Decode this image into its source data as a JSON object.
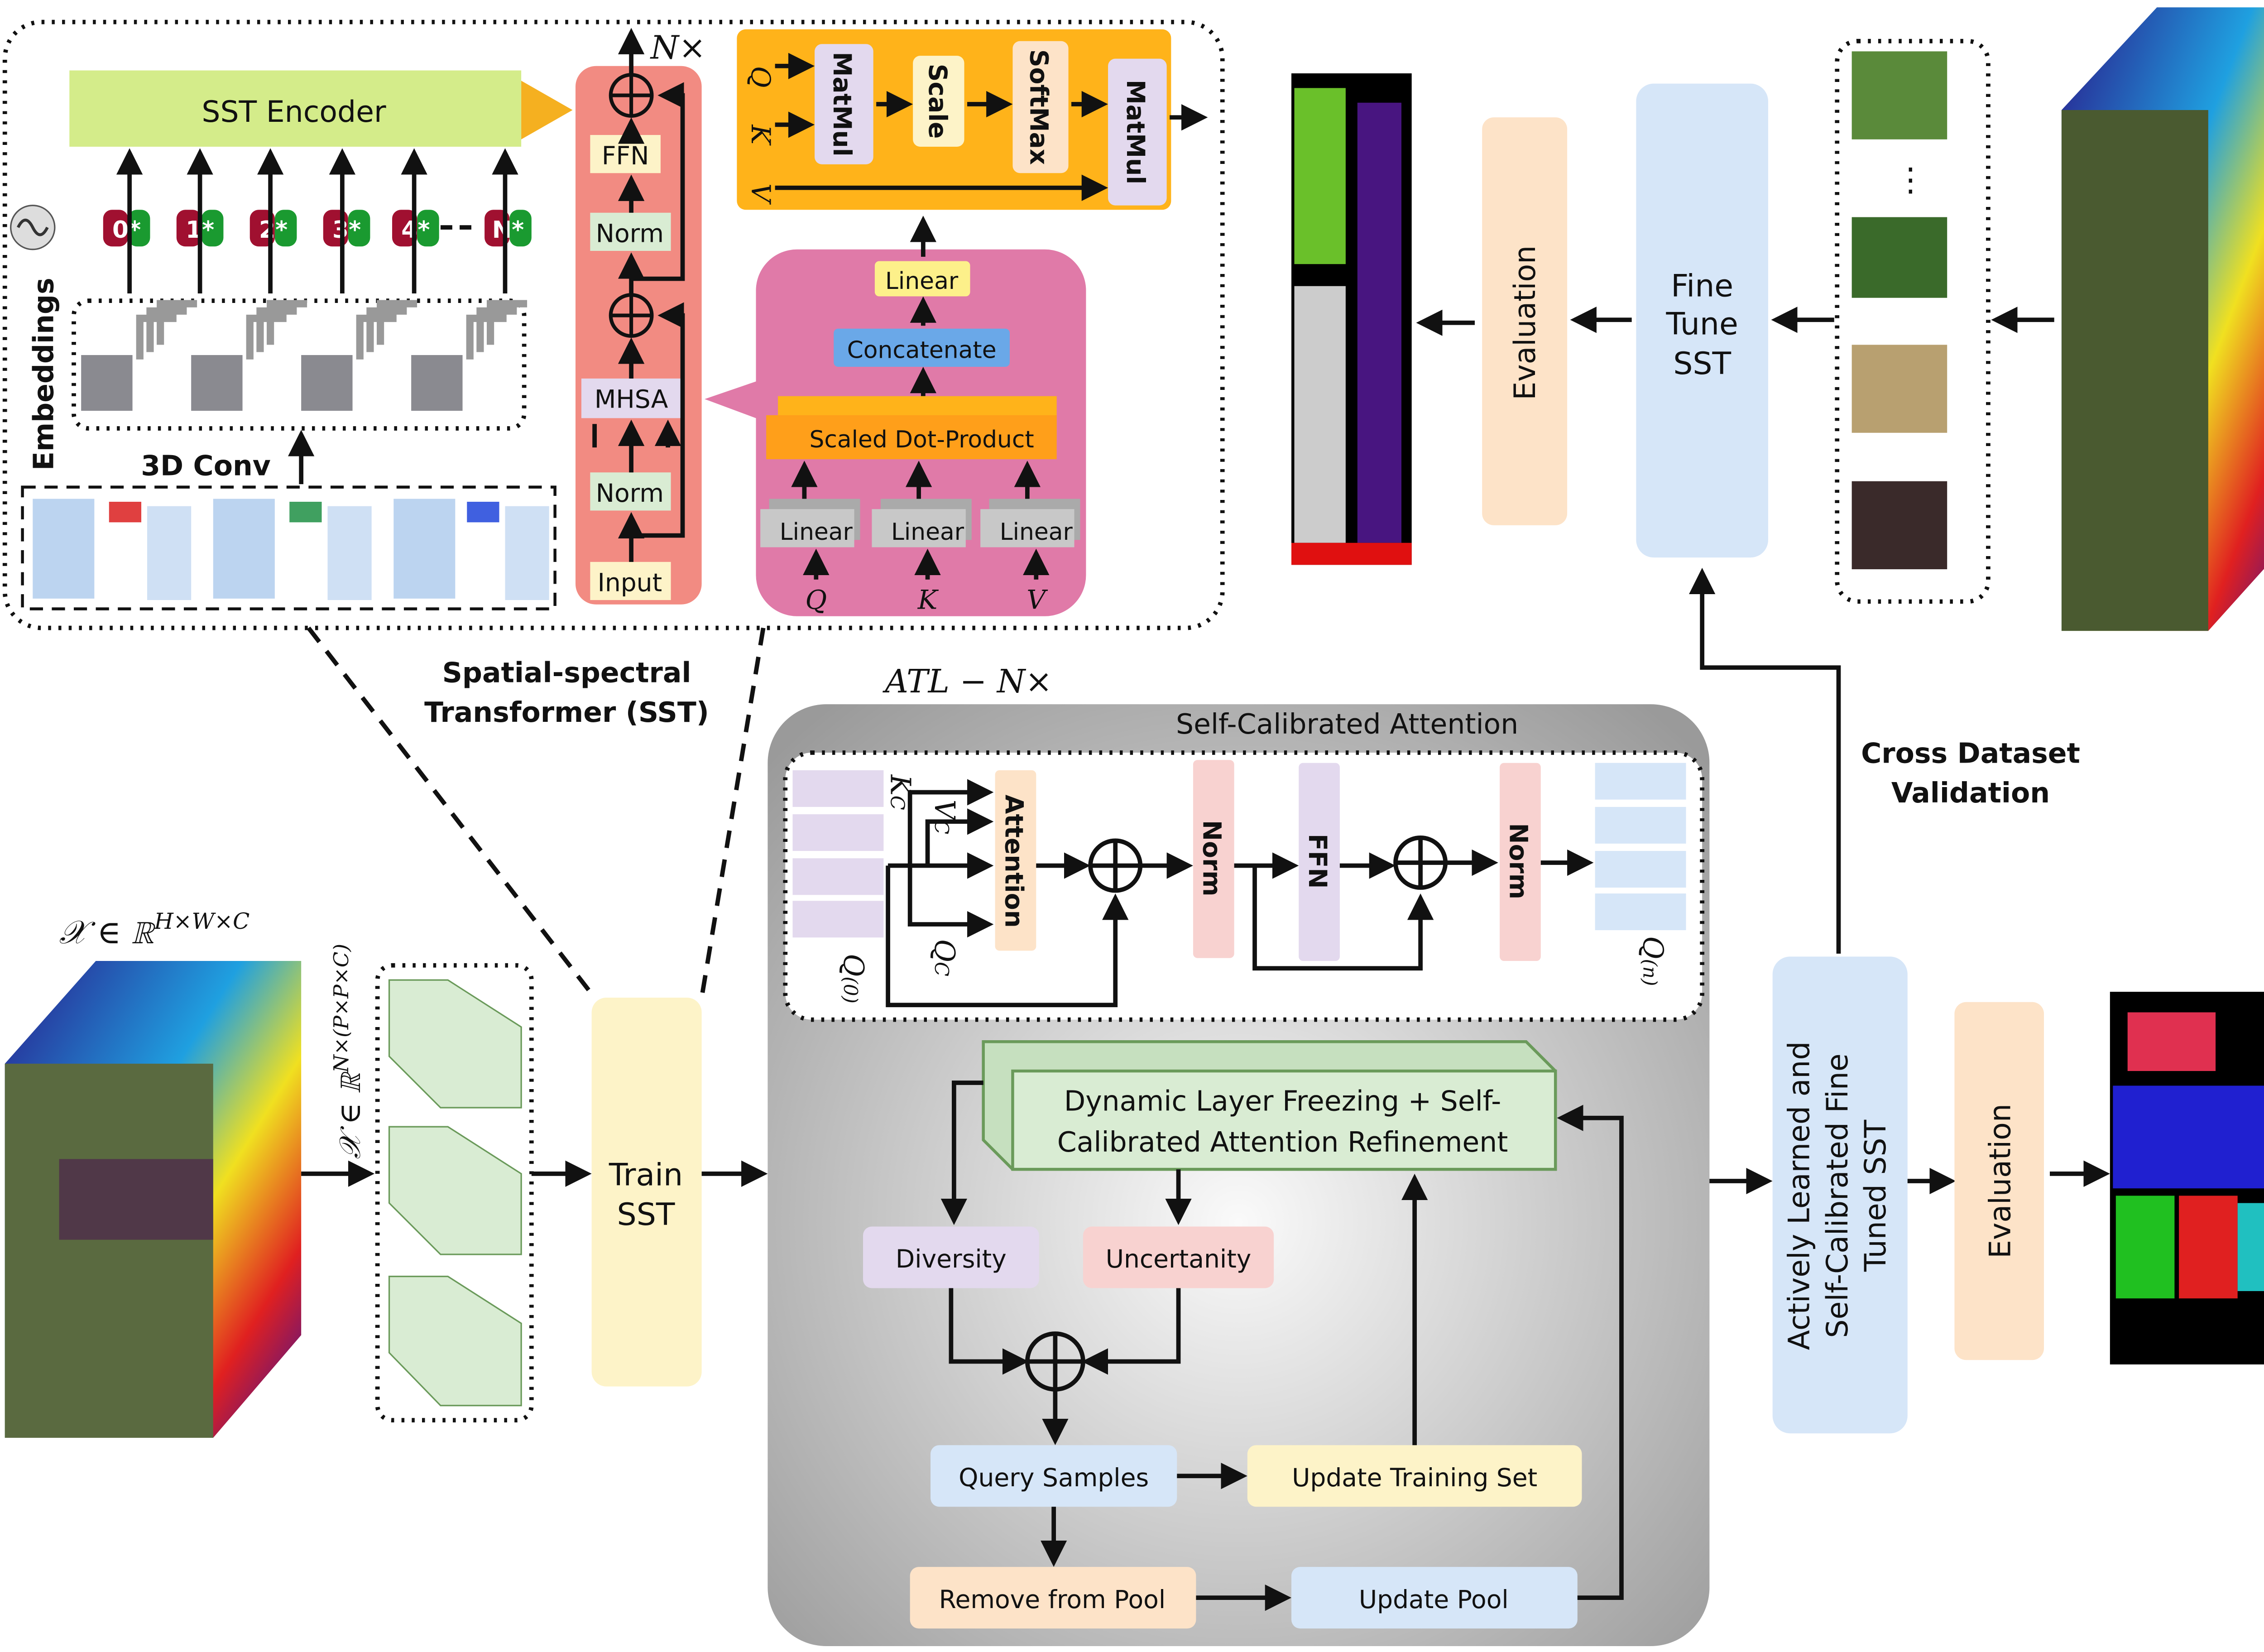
{
  "sst": {
    "encoder": "SST Encoder",
    "tokens": [
      "0*",
      "1*",
      "2*",
      "3*",
      "4*",
      "N*"
    ],
    "embeddings": "Embeddings",
    "conv": "3D Conv",
    "repeat": "N×",
    "block": {
      "input": "Input",
      "norm1": "Norm",
      "mhsa": "MHSA",
      "norm2": "Norm",
      "ffn": "FFN"
    },
    "attention": {
      "q": "Q",
      "k": "K",
      "v": "V",
      "matmul1": "MatMul",
      "scale": "Scale",
      "softmax": "SoftMax",
      "matmul2": "MatMul"
    },
    "mhsa": {
      "linear_out": "Linear",
      "concat": "Concatenate",
      "sdp": "Scaled Dot-Product",
      "linears": [
        "Linear",
        "Linear",
        "Linear"
      ],
      "inputs": [
        "Q",
        "K",
        "V"
      ]
    },
    "caption_line1": "Spatial-spectral",
    "caption_line2": "Transformer (SST)"
  },
  "top_right": {
    "evaluation": "Evaluation",
    "finetune": [
      "Fine",
      "Tune",
      "SST"
    ],
    "cross_line1": "Cross Dataset",
    "cross_line2": "Validation"
  },
  "input": {
    "formula": "𝒳 ∈ ℝ",
    "formula_sup": "H×W×C",
    "patch_formula": "𝒳 ∈ ℝ",
    "patch_sup": "N×(P×P×C)",
    "train": [
      "Train",
      "SST"
    ]
  },
  "atl": {
    "label": "ATL − N×",
    "title": "Self-Calibrated Attention",
    "kc": "K",
    "vc": "V",
    "qc": "Q",
    "sub": "C",
    "q0": "Q",
    "q0sup": "(0)",
    "qn": "Q",
    "qnsup": "(n)",
    "attention": "Attention",
    "norm1": "Norm",
    "ffn": "FFN",
    "norm2": "Norm",
    "dlf_line1": "Dynamic Layer Freezing + Self-",
    "dlf_line2": "Calibrated Attention Refinement",
    "diversity": "Diversity",
    "uncertainty": "Uncertanity",
    "query": "Query Samples",
    "update_train": "Update Training Set",
    "remove": "Remove from Pool",
    "update_pool": "Update Pool"
  },
  "output": {
    "final_line1": "Actively Learned and",
    "final_line2": "Self-Calibrated Fine",
    "final_line3": "Tuned SST",
    "evaluation": "Evaluation"
  },
  "colors": {
    "green": "#d4ec8a",
    "red_block": "#f28b82",
    "orange": "#ffb31a",
    "pink": "#e07aa8",
    "peach": "#fde3c8",
    "blue": "#d6e6f8",
    "yellow": "#fdf3c8",
    "lavender": "#e3d9ee",
    "rose": "#f8d2d0",
    "mint": "#d9ecd3"
  }
}
